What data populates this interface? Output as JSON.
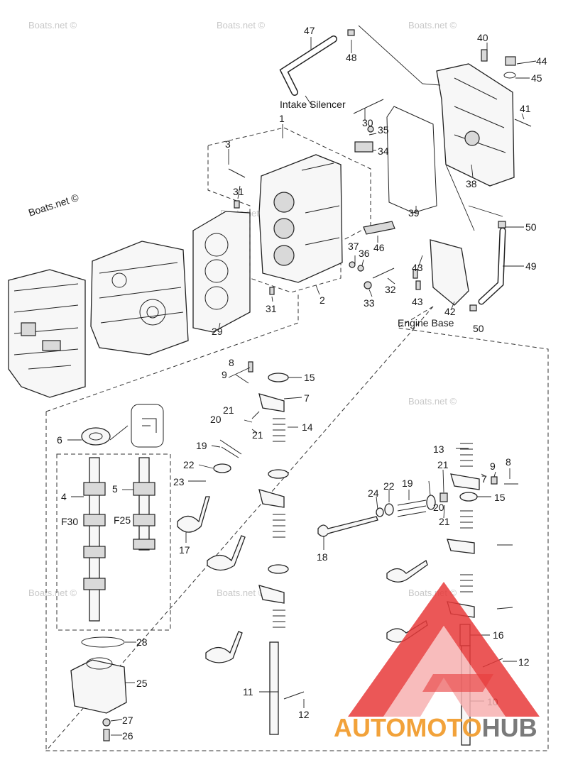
{
  "watermark": "Boats.net ©",
  "labels": {
    "intake_silencer": "Intake Silencer",
    "engine_base": "Engine Base",
    "f30": "F30",
    "f25": "F25"
  },
  "callouts": [
    "1",
    "2",
    "3",
    "4",
    "5",
    "6",
    "7",
    "8",
    "9",
    "10",
    "11",
    "12",
    "13",
    "14",
    "15",
    "16",
    "17",
    "18",
    "19",
    "20",
    "21",
    "22",
    "23",
    "24",
    "25",
    "26",
    "27",
    "28",
    "29",
    "30",
    "31",
    "32",
    "33",
    "34",
    "35",
    "36",
    "37",
    "38",
    "39",
    "40",
    "41",
    "42",
    "43",
    "44",
    "45",
    "46",
    "47",
    "48",
    "49",
    "50"
  ],
  "brand": {
    "auto": "AUTOMOTO",
    "hub": "HUB"
  },
  "colors": {
    "logo_red": "#e83a3a",
    "logo_pink": "#f7b0b0",
    "brand_orange": "#f2a23a",
    "brand_gray": "#7a7a7a"
  }
}
